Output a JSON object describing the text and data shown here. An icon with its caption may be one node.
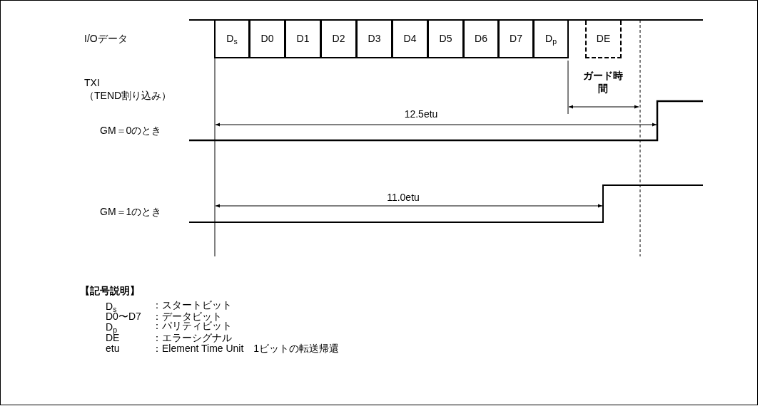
{
  "diagram": {
    "nodes": [
      {
        "text": [
          "D$_{s}$"
        ]
      },
      {
        "text": [
          "D0"
        ]
      },
      {
        "text": [
          "D1"
        ]
      },
      {
        "text": [
          "D2"
        ]
      },
      {
        "text": [
          "D3"
        ]
      },
      {
        "text": [
          "D4"
        ]
      },
      {
        "text": [
          "D5"
        ]
      },
      {
        "text": [
          "D6"
        ]
      },
      {
        "text": [
          "D7"
        ]
      },
      {
        "text": [
          "D$_{p}$"
        ]
      },
      {
        "text": [
          "DE"
        ]
      }
    ],
    "labels": [
      "I/Oデータ",
      "TXI",
      "（TEND割り込み）",
      "ガード時間",
      "12.5etu",
      "GM＝0のとき",
      "11.0etu",
      "GM＝1のとき",
      "【記号説明】",
      "D$_{s}$",
      "：スタートビット",
      "D0〜D7",
      "：データビット",
      "D$_{p}$",
      "：パリティビット",
      "DE",
      "：エラーシグナル",
      "etu",
      "：Element Time Unit　1ビットの転送帰還"
    ]
  }
}
